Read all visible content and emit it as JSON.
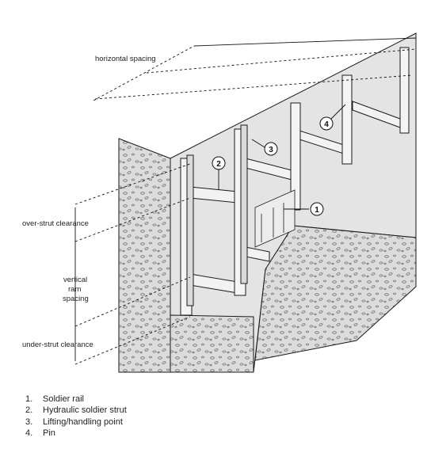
{
  "dimensions": {
    "horizontal": "horizontal spacing",
    "over": "over-strut clearance",
    "vertical_l1": "vertical",
    "vertical_l2": "ram",
    "vertical_l3": "spacing",
    "under": "under-strut clearance"
  },
  "callouts": [
    "1",
    "2",
    "3",
    "4"
  ],
  "legend": [
    {
      "num": "1.",
      "text": "Soldier rail"
    },
    {
      "num": "2.",
      "text": "Hydraulic soldier strut"
    },
    {
      "num": "3.",
      "text": "Lifting/handling point"
    },
    {
      "num": "4.",
      "text": "Pin"
    }
  ],
  "colors": {
    "soil": "#dcdcdc",
    "wall": "#e4e4e4",
    "stroke": "#1a1a1a",
    "strut": "#f2f2f2",
    "line": "#111111"
  }
}
